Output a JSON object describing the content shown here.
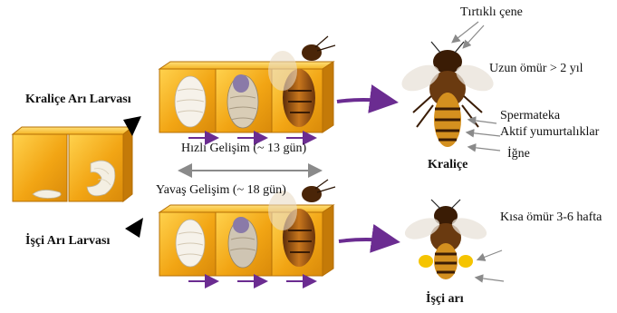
{
  "labels": {
    "queen_larva": "Kraliçe Arı Larvası",
    "worker_larva": "İşçi Arı Larvası",
    "fast_dev": "Hızlı Gelişim (~ 13 gün)",
    "slow_dev": "Yavaş  Gelişim (~ 18 gün)",
    "queen": "Kraliçe",
    "worker": "İşçi arı",
    "queen_traits": {
      "mandible": "Tırtıklı çene",
      "lifespan": "Uzun ömür > 2 yıl",
      "spermatheca": "Spermateka",
      "ovaries": "Aktif yumurtalıklar",
      "sting": "İğne"
    },
    "worker_traits": {
      "lifespan": "Kısa ömür  3-6 hafta"
    }
  },
  "colors": {
    "cell": "#f2a514",
    "cell_dark": "#c97d08",
    "cell_light": "#ffd24d",
    "arrow_purple": "#6b2c91",
    "arrow_gray": "#8a8a8a"
  },
  "icons": [
    "honeycomb-cell",
    "larva",
    "pupa",
    "adult-bee",
    "queen-bee",
    "worker-bee"
  ]
}
